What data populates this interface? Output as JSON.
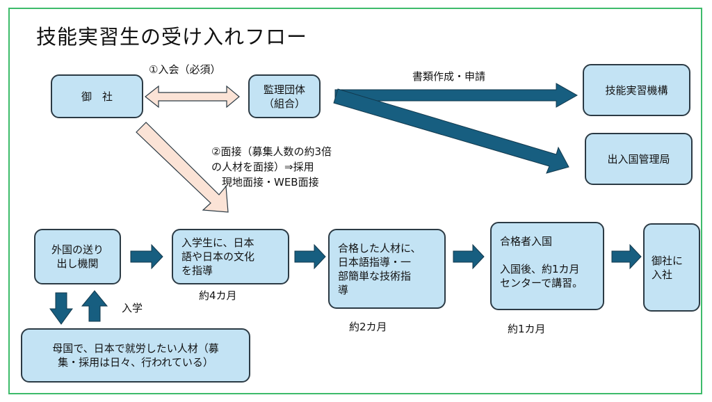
{
  "title": "技能実習生の受け入れフロー",
  "colors": {
    "frame": "#3dbb6a",
    "box_fill": "#c3e3f4",
    "box_border": "#2b3a44",
    "arrow_dark": "#175e80",
    "arrow_light": "#fbe3d6"
  },
  "boxes": {
    "company": "御　社",
    "supervising_org": "監理団体\n（組合）",
    "technical_training_org": "技能実習機構",
    "immigration_bureau": "出入国管理局",
    "sending_org": "外国の送り\n出し機関",
    "language_training": "入学生に、日本\n語や日本の文化\nを指導",
    "passed_training": "合格した人材に、\n日本語指導・一\n部簡単な技術指\n導",
    "entry": "合格者入国\n\n入国後、約1カ月\nセンターで講習。",
    "join_company": "御社に\n入社",
    "home_country": "母国で、日本で就労したい人材（募\n集・採用は日々、行われている）"
  },
  "labels": {
    "membership": "①入会（必須）",
    "documents": "書類作成・申請",
    "interview": "②面接（募集人数の約3倍\nの人材を面接）⇒採用\n　現地面接・WEB面接",
    "enroll": "入学",
    "duration_4": "約4カ月",
    "duration_2": "約2カ月",
    "duration_1": "約1カ月"
  }
}
